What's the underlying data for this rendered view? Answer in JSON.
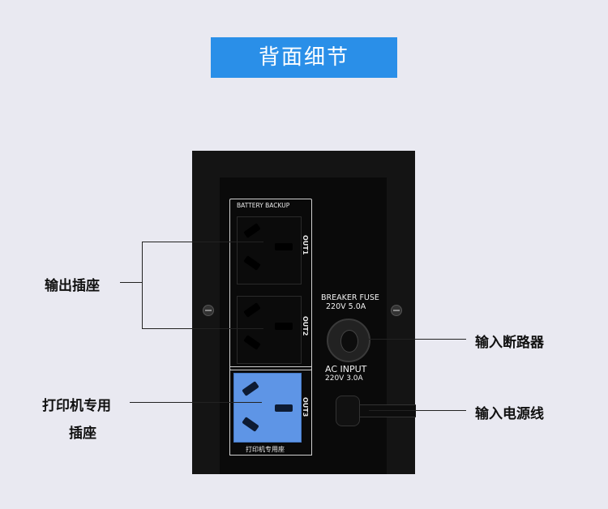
{
  "banner": {
    "title": "背面细节"
  },
  "callouts": {
    "outputs": "输出插座",
    "printer_line1": "打印机专用",
    "printer_line2": "插座",
    "breaker": "输入断路器",
    "power_cord": "输入电源线"
  },
  "panel": {
    "battery_backup": "BATTERY BACKUP",
    "out1": "OUT1",
    "out2": "OUT2",
    "out3": "OUT3",
    "printer_socket_label": "打印机专用座",
    "breaker_line1": "BREAKER   FUSE",
    "breaker_line2": "220V   5.0A",
    "ac_input": "AC INPUT",
    "ac_rating": "220V  3.0A"
  },
  "colors": {
    "banner": "#2a8fe8",
    "background": "#e9e9f1",
    "printer_socket": "#5e95e6"
  }
}
